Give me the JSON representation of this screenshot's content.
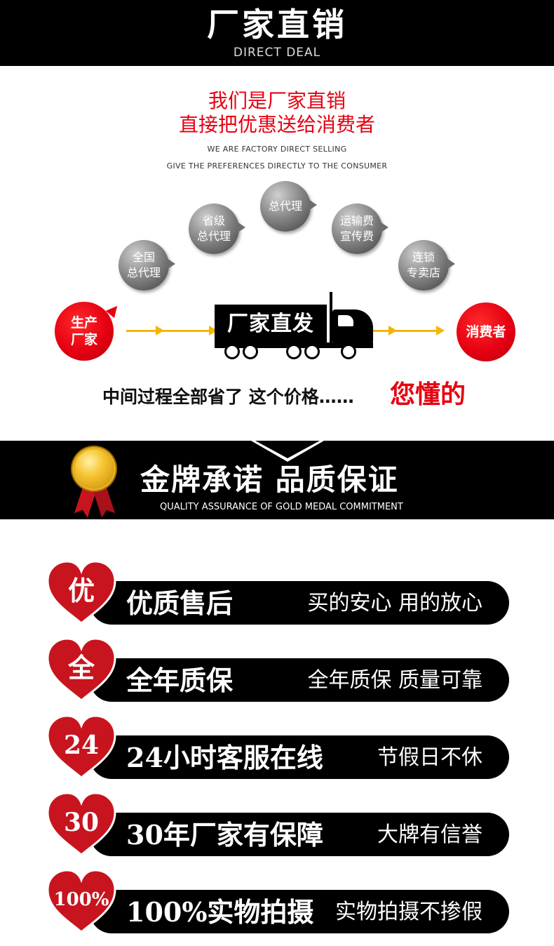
{
  "header": {
    "title": "厂家直销",
    "subtitle": "DIRECT DEAL"
  },
  "intro": {
    "line1": "我们是厂家直销",
    "line2": "直接把优惠送给消费者",
    "en_line1": "WE ARE FACTORY DIRECT SELLING",
    "en_line2": "GIVE THE PREFERENCES DIRECTLY TO THE CONSUMER"
  },
  "flow": {
    "source": "生产\n厂家",
    "target": "消费者",
    "truck_label": "厂家直发",
    "steps": [
      {
        "label": "全国\n总代理",
        "icon": "gray-speech-bubble"
      },
      {
        "label": "省级\n总代理",
        "icon": "gray-speech-bubble"
      },
      {
        "label": "总代理",
        "icon": "gray-speech-bubble"
      },
      {
        "label": "运输费\n宣传费",
        "icon": "gray-speech-bubble"
      },
      {
        "label": "连锁\n专卖店",
        "icon": "gray-speech-bubble"
      }
    ],
    "savings_text": "中间过程全部省了  这个价格……",
    "savings_accent": "您懂的",
    "colors": {
      "accent_red": "#e60012",
      "arrow_yellow": "#f6b500"
    }
  },
  "promise": {
    "title": "金牌承诺  品质保证",
    "subtitle": "QUALITY ASSURANCE OF GOLD MEDAL COMMITMENT",
    "icon": "gold-medal-icon"
  },
  "guarantees": [
    {
      "badge": "优",
      "title": "优质售后",
      "desc": "买的安心  用的放心"
    },
    {
      "badge": "全",
      "title": "全年质保",
      "desc": "全年质保  质量可靠"
    },
    {
      "badge": "24",
      "title": "24小时客服在线",
      "desc": "节假日不休"
    },
    {
      "badge": "30",
      "title": "30年厂家有保障",
      "desc": "大牌有信誉"
    },
    {
      "badge": "100%",
      "title": "100%实物拍摄",
      "desc": "实物拍摄不掺假"
    }
  ]
}
